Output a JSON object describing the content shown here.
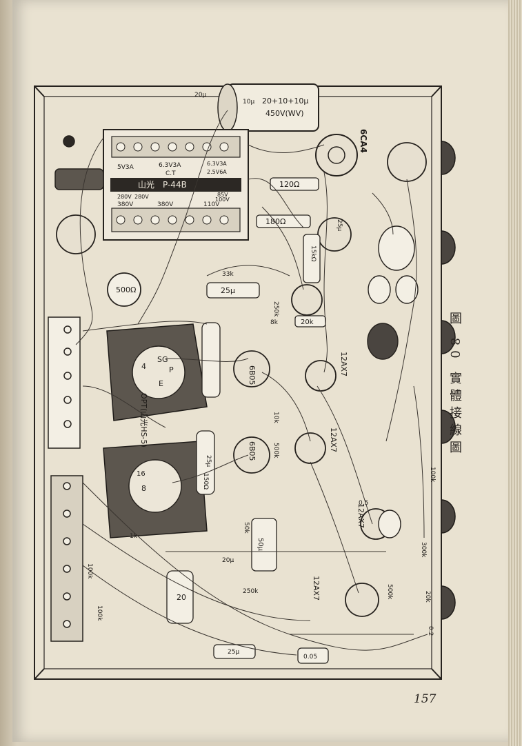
{
  "caption": "圖 80 實體接線圖",
  "page_number": "157",
  "labels": {
    "filter_cap_top": "20+10+10μ",
    "filter_cap_bottom": "450V(WV)",
    "filter_cap_side": "20μ",
    "filter_cap_side2": "10μ",
    "rect_tube": "6CA4",
    "pt_tap_5v": "5V3A",
    "pt_tap_63": "6.3V3A",
    "pt_tap_ct": "C.T",
    "pt_tap_63b": "6.3V3A",
    "pt_tap_25": "2.5V6A",
    "pt_brand": "山光　P-44B",
    "pt_tap_280": "280V",
    "pt_tap_280b": "280V",
    "pt_tap_380": "380V",
    "pt_tap_380b": "380V",
    "pt_tap_85": "85V",
    "pt_tap_100": "100V",
    "pt_tap_110": "110V",
    "res_120": "120Ω",
    "res_180": "180Ω",
    "res_15k": "15kΩ",
    "res_500": "500Ω",
    "res_33k": "33k",
    "cap_25u_a": "25μ",
    "res_250k": "250k",
    "res_8k": "8k",
    "res_20k": "20k",
    "tube_6805a": "6B05",
    "tube_6805b": "6B05",
    "tube_12ax7a": "12AX7",
    "tube_12ax7b": "12AX7",
    "tube_12ax7c": "12AX7",
    "tube_12ax7d": "12AX7",
    "opt_label": "OPT(山光HS-5)",
    "opt_4": "4",
    "opt_8": "8",
    "opt_16": "16",
    "opt_sg": "SG",
    "opt_p": "P",
    "opt_e": "E",
    "cap_25u_b": "25μ",
    "cap_25u_c": "25μ",
    "res_150": "150Ω",
    "res_500k": "500k",
    "res_100k_a": "100k",
    "res_100k_b": "100k",
    "res_100k_c": "100k",
    "res_1k": "1k",
    "cap_05": "0.5",
    "cap_20u_a": "20μ",
    "cap_20u_b": "20",
    "cap_50u": "50μ",
    "res_250k_b": "250k",
    "res_500k_b": "500k",
    "res_20k_b": "20k",
    "res_300k": "300k",
    "cap_005": "0.05",
    "cap_02": "0.2",
    "res_10k": "10k",
    "res_50k": "50k",
    "cap_25u_d": "25μ"
  }
}
